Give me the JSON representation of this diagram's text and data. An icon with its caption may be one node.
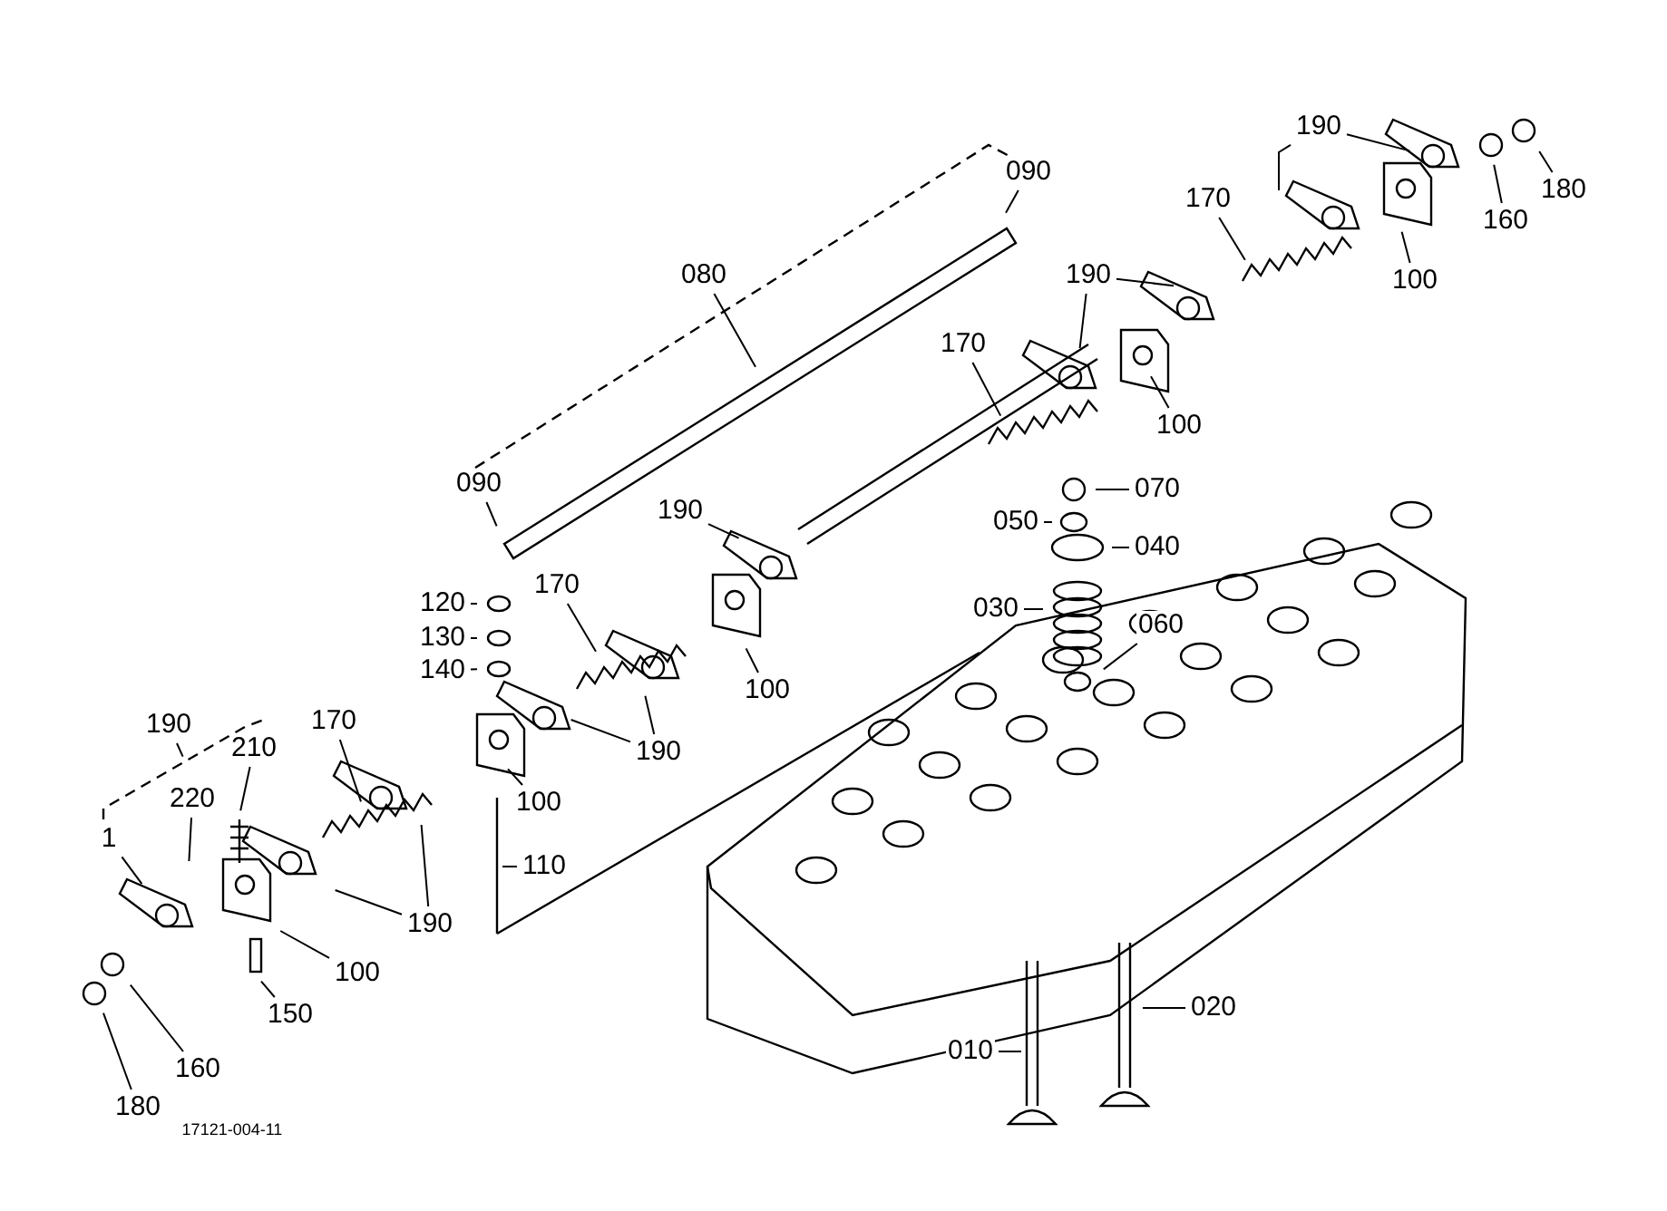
{
  "diagram": {
    "nodes": [
      {
        "text": [
          "190"
        ]
      },
      {
        "text": [
          "180"
        ]
      },
      {
        "text": [
          "090"
        ]
      },
      {
        "text": [
          "160"
        ]
      },
      {
        "text": [
          "170"
        ]
      },
      {
        "text": [
          "100"
        ]
      },
      {
        "text": [
          "080"
        ]
      },
      {
        "text": [
          "190"
        ]
      },
      {
        "text": [
          "170"
        ]
      },
      {
        "text": [
          "100"
        ]
      },
      {
        "text": [
          "090"
        ]
      },
      {
        "text": [
          "070"
        ]
      },
      {
        "text": [
          "050"
        ]
      },
      {
        "text": [
          "040"
        ]
      },
      {
        "text": [
          "190"
        ]
      },
      {
        "text": [
          "120"
        ]
      },
      {
        "text": [
          "030"
        ]
      },
      {
        "text": [
          "170"
        ]
      },
      {
        "text": [
          "060"
        ]
      },
      {
        "text": [
          "130"
        ]
      },
      {
        "text": [
          "100"
        ]
      },
      {
        "text": [
          "140"
        ]
      },
      {
        "text": [
          "190"
        ]
      },
      {
        "text": [
          "210"
        ]
      },
      {
        "text": [
          "170"
        ]
      },
      {
        "text": [
          "190"
        ]
      },
      {
        "text": [
          "220"
        ]
      },
      {
        "text": [
          "100"
        ]
      },
      {
        "text": [
          "1"
        ]
      },
      {
        "text": [
          "110"
        ]
      },
      {
        "text": [
          "190"
        ]
      },
      {
        "text": [
          "100"
        ]
      },
      {
        "text": [
          "150"
        ]
      },
      {
        "text": [
          "020"
        ]
      },
      {
        "text": [
          "160"
        ]
      },
      {
        "text": [
          "010"
        ]
      },
      {
        "text": [
          "180"
        ]
      }
    ],
    "edges": [
      {
        "from": 0,
        "to": null,
        "arrow": "none"
      },
      {
        "from": 0,
        "to": null,
        "arrow": "none"
      },
      {
        "from": 1,
        "to": null,
        "arrow": "none"
      },
      {
        "from": 2,
        "to": null,
        "arrow": "none"
      },
      {
        "from": 3,
        "to": null,
        "arrow": "none"
      },
      {
        "from": 4,
        "to": null,
        "arrow": "none"
      },
      {
        "from": 5,
        "to": null,
        "arrow": "none"
      },
      {
        "from": 6,
        "to": null,
        "arrow": "none"
      },
      {
        "from": 7,
        "to": null,
        "arrow": "none"
      },
      {
        "from": 7,
        "to": null,
        "arrow": "none"
      },
      {
        "from": 8,
        "to": null,
        "arrow": "none"
      },
      {
        "from": 9,
        "to": null,
        "arrow": "none"
      },
      {
        "from": 10,
        "to": null,
        "arrow": "none"
      },
      {
        "from": 11,
        "to": null,
        "arrow": "none"
      },
      {
        "from": 12,
        "to": null,
        "arrow": "none"
      },
      {
        "from": 13,
        "to": null,
        "arrow": "none"
      },
      {
        "from": 14,
        "to": null,
        "arrow": "none"
      },
      {
        "from": 15,
        "to": null,
        "arrow": "none"
      },
      {
        "from": 16,
        "to": null,
        "arrow": "none"
      },
      {
        "from": 17,
        "to": null,
        "arrow": "none"
      },
      {
        "from": 18,
        "to": null,
        "arrow": "none"
      },
      {
        "from": 19,
        "to": null,
        "arrow": "none"
      },
      {
        "from": 20,
        "to": null,
        "arrow": "none"
      },
      {
        "from": 21,
        "to": null,
        "arrow": "none"
      },
      {
        "from": 22,
        "to": null,
        "arrow": "none"
      },
      {
        "from": 23,
        "to": null,
        "arrow": "none"
      },
      {
        "from": 24,
        "to": null,
        "arrow": "none"
      },
      {
        "from": 25,
        "to": null,
        "arrow": "none"
      },
      {
        "from": 25,
        "to": null,
        "arrow": "none"
      },
      {
        "from": 26,
        "to": null,
        "arrow": "none"
      },
      {
        "from": 27,
        "to": null,
        "arrow": "none"
      },
      {
        "from": 28,
        "to": null,
        "arrow": "none"
      },
      {
        "from": 30,
        "to": null,
        "arrow": "none"
      },
      {
        "from": 30,
        "to": null,
        "arrow": "none"
      },
      {
        "from": 31,
        "to": null,
        "arrow": "none"
      },
      {
        "from": 32,
        "to": null,
        "arrow": "none"
      },
      {
        "from": 33,
        "to": null,
        "arrow": "none"
      },
      {
        "from": 34,
        "to": null,
        "arrow": "none"
      },
      {
        "from": 35,
        "to": null,
        "arrow": "none"
      },
      {
        "from": 36,
        "to": null,
        "arrow": "none"
      },
      {
        "from": 29,
        "to": null,
        "arrow": "none"
      }
    ],
    "labels": [
      "17121-004-11"
    ]
  }
}
